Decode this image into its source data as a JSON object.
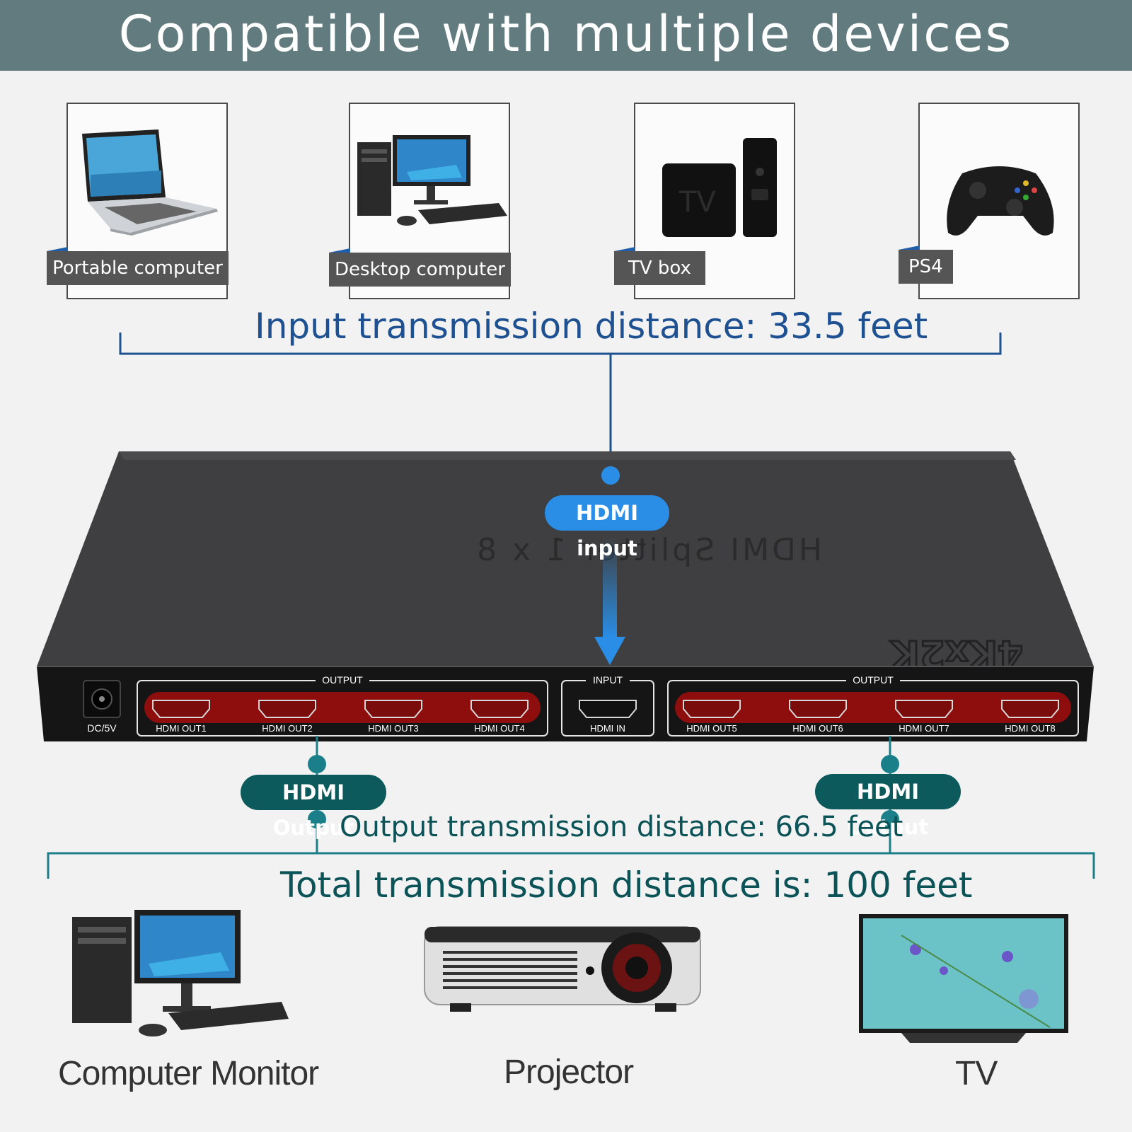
{
  "header": {
    "title": "Compatible with multiple devices"
  },
  "sources": [
    {
      "label": "Portable computer",
      "icon": "laptop-icon"
    },
    {
      "label": "Desktop computer",
      "icon": "desktop-computer-icon"
    },
    {
      "label": "TV box",
      "icon": "tv-box-icon"
    },
    {
      "label": "PS4",
      "icon": "game-controller-icon"
    }
  ],
  "input_distance": "Input transmission distance: 33.5 feet",
  "device": {
    "top_text": "HDMI Splitter 1 x 8",
    "badge": "4Kx2K",
    "power_label": "DC/5V",
    "output_group_label": "OUTPUT",
    "input_group_label": "INPUT",
    "input_port": "HDMI IN",
    "output_ports": [
      "HDMI OUT1",
      "HDMI OUT2",
      "HDMI OUT3",
      "HDMI OUT4",
      "HDMI OUT5",
      "HDMI OUT6",
      "HDMI OUT7",
      "HDMI OUT8"
    ]
  },
  "callouts": {
    "input": "HDMI input",
    "output_left": "HDMI Output",
    "output_right": "HDMI Output"
  },
  "output_distance": "Output transmission distance: 66.5 feet",
  "total_distance": "Total transmission distance is: 100 feet",
  "displays": [
    {
      "label": "Computer Monitor",
      "icon": "computer-monitor-icon"
    },
    {
      "label": "Projector",
      "icon": "projector-icon"
    },
    {
      "label": "TV",
      "icon": "tv-icon"
    }
  ],
  "colors": {
    "banner": "#627b7e",
    "blue_accent": "#1e5192",
    "teal_accent": "#0d5a5c",
    "port_red": "#8e0e0e"
  }
}
